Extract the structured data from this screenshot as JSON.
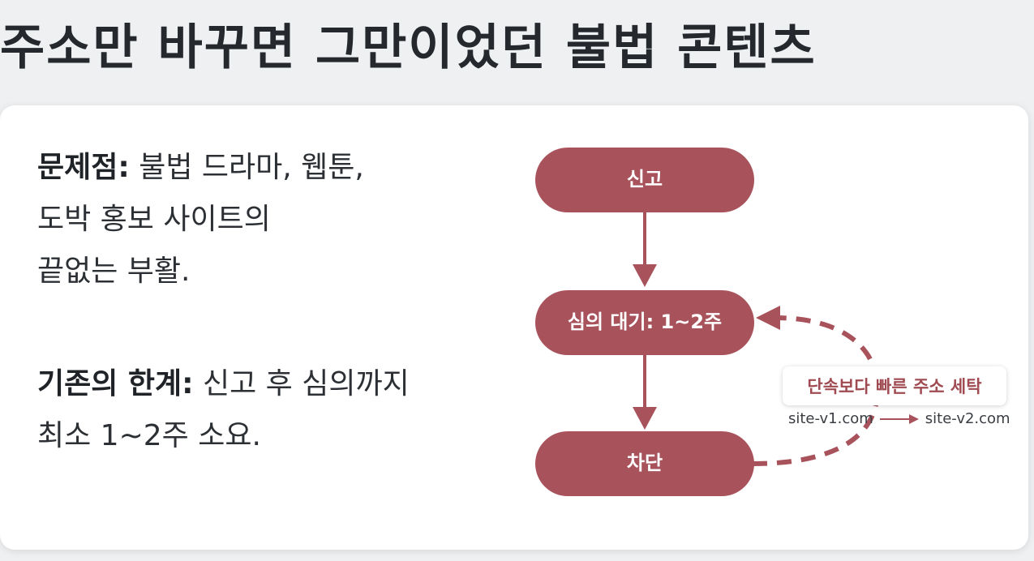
{
  "title": "주소만 바꾸면 그만이었던 불법 콘텐츠",
  "problem": {
    "label": "문제점:",
    "line1_rest": " 불법 드라마, 웹툰,",
    "line2": "도박 홍보 사이트의",
    "line3": "끝없는 부활."
  },
  "limit": {
    "label": "기존의 한계:",
    "line1_rest": " 신고 후 심의까지",
    "line2": "최소 1~2주 소요."
  },
  "flow": {
    "nodes": [
      "신고",
      "심의 대기: 1~2주",
      "차단"
    ],
    "node_color": "#a8535c",
    "arrow_color": "#a8535c",
    "loop_caption": "단속보다 빠른 주소 세탁",
    "url_from": "site-v1.com",
    "url_to": "site-v2.com"
  }
}
